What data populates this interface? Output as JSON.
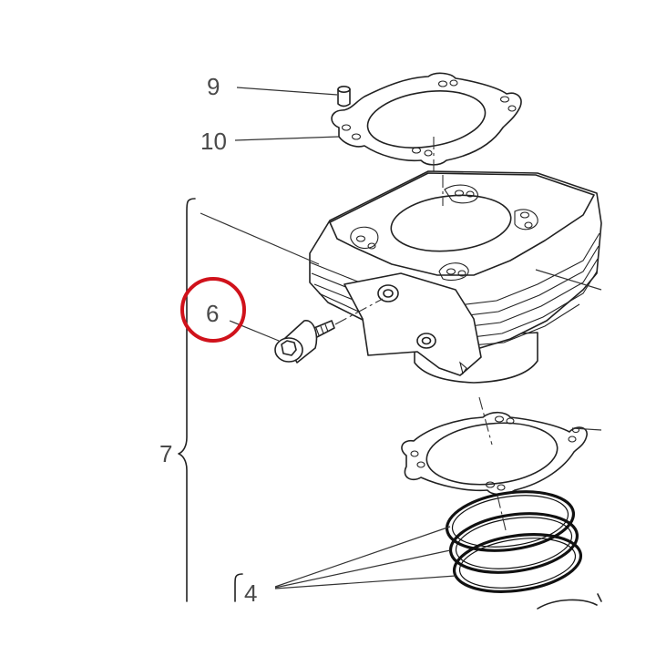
{
  "callouts": {
    "pin": "9",
    "head_gasket": "10",
    "stud_nut": "6",
    "cylinder_assembly": "7",
    "piston_rings": "4"
  },
  "highlight": {
    "target": "6",
    "color": "#d0121b"
  },
  "colors": {
    "line": "#222222",
    "label": "#4a4a4a",
    "background": "#ffffff"
  }
}
